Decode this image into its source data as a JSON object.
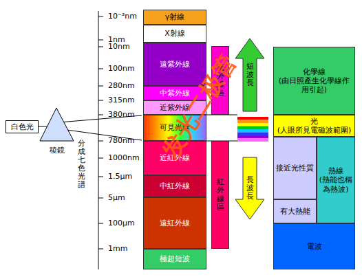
{
  "diagram": {
    "nodes": [
      {
        "text": [
          "白色光"
        ]
      },
      {
        "text": [
          "稜鏡"
        ]
      },
      {
        "text": [
          "γ射線"
        ]
      },
      {
        "text": [
          "X射線"
        ]
      },
      {
        "text": [
          "遠紫外線"
        ]
      },
      {
        "text": [
          "中紫外線"
        ]
      },
      {
        "text": [
          "近紫外線"
        ]
      },
      {
        "text": [
          "可見光線"
        ]
      },
      {
        "text": [
          "近紅外線"
        ]
      },
      {
        "text": [
          "中紅外線"
        ]
      },
      {
        "text": [
          "遠紅外線"
        ]
      },
      {
        "text": [
          "極超短波"
        ]
      },
      {
        "text": [
          "紫外線區"
        ]
      },
      {
        "text": [
          "短波長"
        ]
      },
      {
        "text": [
          "長波長"
        ]
      },
      {
        "text": [
          "紅外線區"
        ]
      },
      {
        "text": [
          "化學線",
          "(由日照產生化學線作用引起)"
        ]
      },
      {
        "text": [
          "光",
          "(人眼所見電磁波範圍)"
        ]
      },
      {
        "text": [
          "接近光性質"
        ]
      },
      {
        "text": [
          "熱線",
          "(熱能也稱為熱波)"
        ]
      },
      {
        "text": [
          "有大熱能"
        ]
      },
      {
        "text": [
          "電波"
        ]
      }
    ],
    "labels": [
      "10⁻³nm",
      "1nm",
      "10nm",
      "100nm",
      "280nm",
      "315nm",
      "380nm",
      "780nm",
      "1000nm",
      "1.5μm",
      "5μm",
      "100μm",
      "1mm",
      "分成七色光譜",
      "发光二极管"
    ]
  }
}
